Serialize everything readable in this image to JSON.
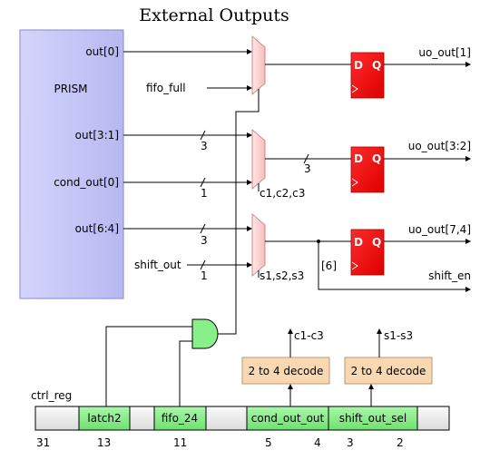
{
  "title": "External Outputs",
  "prism": {
    "name": "PRISM",
    "ports": [
      "out[0]",
      "out[3:1]",
      "cond_out[0]",
      "out[6:4]"
    ]
  },
  "inputs": {
    "fifo_full": "fifo_full",
    "shift_out": "shift_out"
  },
  "bus_widths": {
    "out_3_1": "3",
    "cond_out_0": "1",
    "mux2_out": "3",
    "out_6_4": "3",
    "shift_out": "1"
  },
  "mux_selects": {
    "mux2": "c1,c2,c3",
    "mux3": "s1,s2,s3"
  },
  "flipflop": {
    "d": "D",
    "q": "Q"
  },
  "outputs": [
    "uo_out[1]",
    "uo_out[3:2]",
    "uo_out[7,4]",
    "shift_en"
  ],
  "tap_label": "[6]",
  "decoders": [
    {
      "label": "2 to 4 decode",
      "output": "c1-c3"
    },
    {
      "label": "2 to 4 decode",
      "output": "s1-s3"
    }
  ],
  "register": {
    "name": "ctrl_reg",
    "fields": [
      "latch2",
      "fifo_24",
      "cond_out_out",
      "shift_out_sel"
    ],
    "bit_numbers": [
      "31",
      "13",
      "11",
      "5",
      "4",
      "3",
      "2"
    ]
  },
  "colors": {
    "prism_fill": "#c8c8f8",
    "mux_fill": "#ffd6d6",
    "flipflop_fill": "#ee0000",
    "field_fill": "#88f088",
    "decoder_fill": "#f8d8b0",
    "register_fill": "#f0f0f0"
  }
}
